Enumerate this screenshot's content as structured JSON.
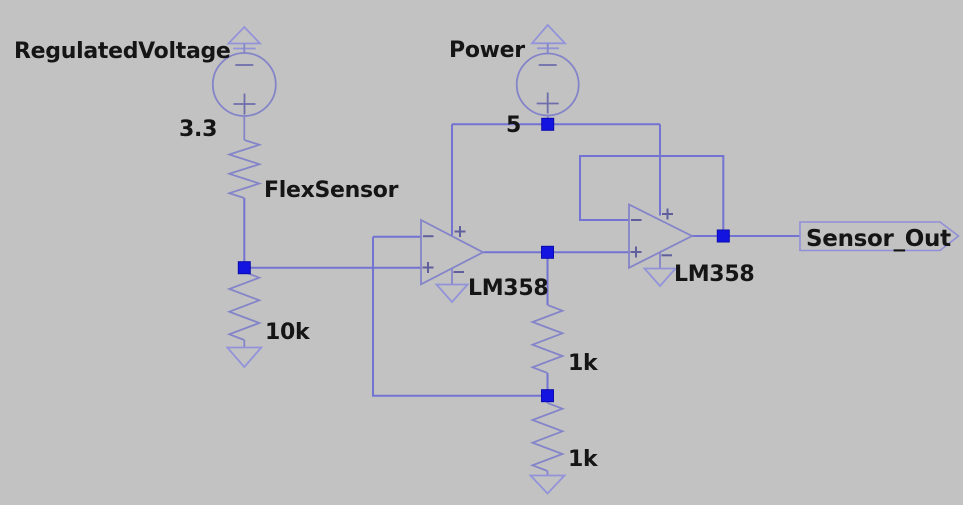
{
  "app": {
    "view": "circuit-schematic-canvas",
    "background_color": "#c2c2c2",
    "wire_color": "#7373d2",
    "symbol_color": "#8484c9",
    "junction_color": "#1414e0",
    "text_color": "#151515"
  },
  "components": {
    "regulated_voltage_source": {
      "label": "RegulatedVoltage",
      "value": "3.3",
      "type": "voltage-source"
    },
    "power_source": {
      "label": "Power",
      "value": "5",
      "type": "voltage-source"
    },
    "flex_sensor_resistor": {
      "label": "FlexSensor",
      "type": "resistor"
    },
    "divider_resistor": {
      "label": "10k",
      "type": "resistor"
    },
    "feedback_resistor_top": {
      "label": "1k",
      "type": "resistor"
    },
    "feedback_resistor_bottom": {
      "label": "1k",
      "type": "resistor"
    },
    "opamp_1": {
      "label": "LM358",
      "type": "op-amp"
    },
    "opamp_2": {
      "label": "LM358",
      "type": "op-amp"
    },
    "output_port": {
      "label": "Sensor_Out",
      "type": "output-port"
    }
  }
}
